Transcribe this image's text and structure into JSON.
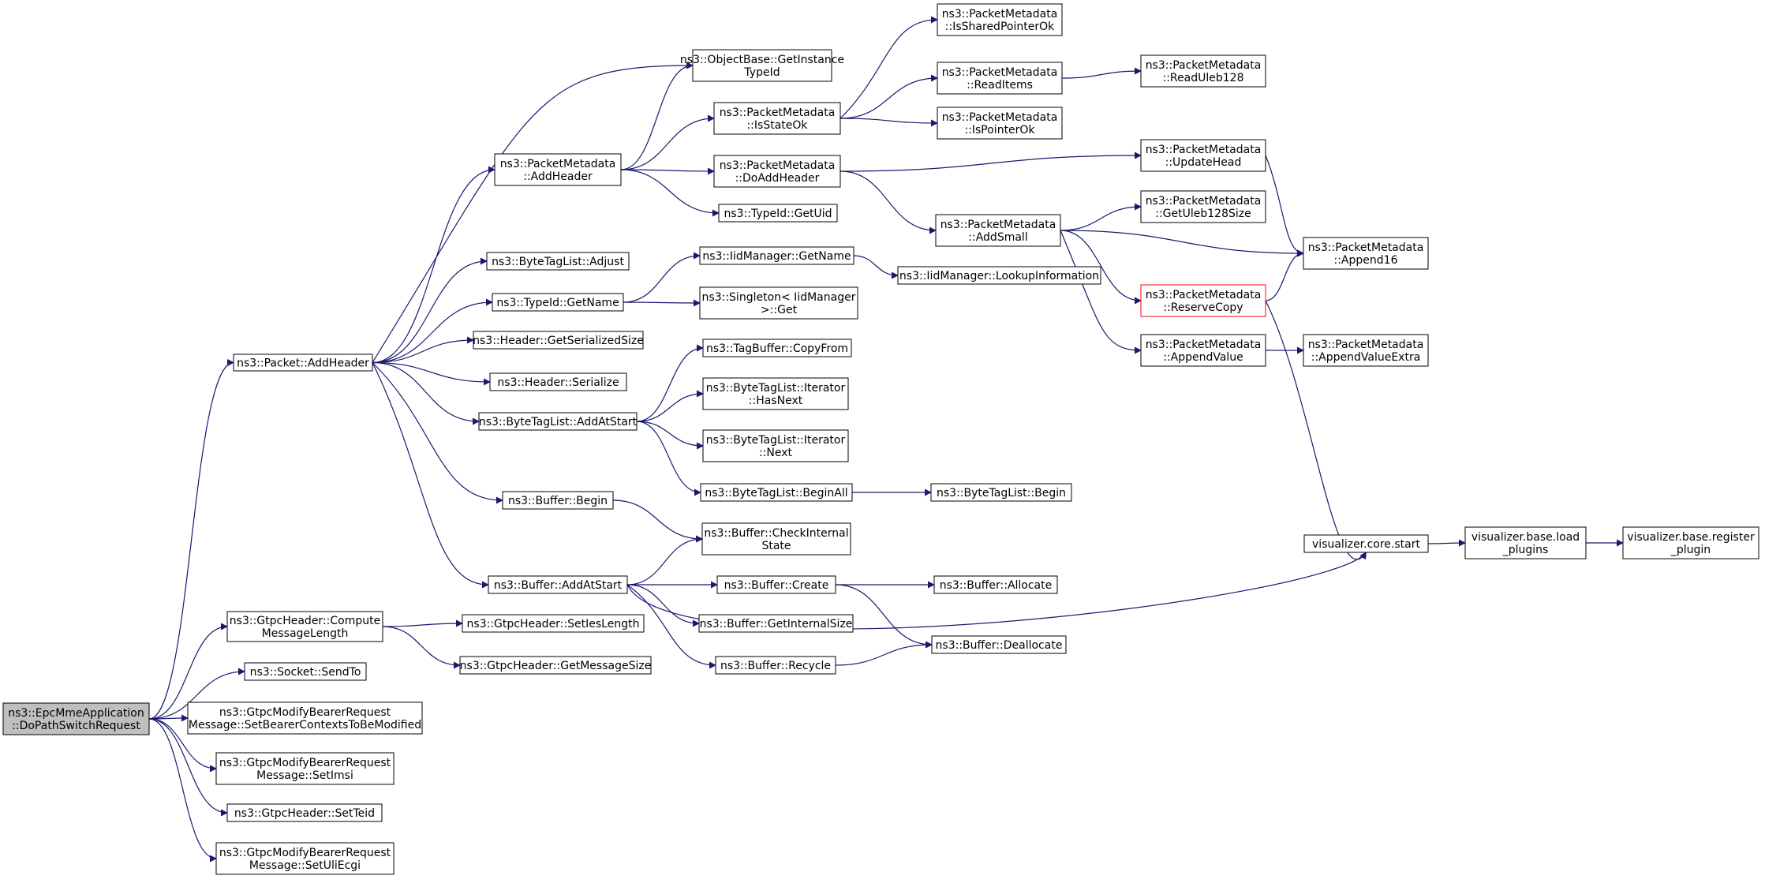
{
  "colors": {
    "edge": "#191970",
    "node_border": "#000000",
    "node_fill": "#ffffff",
    "root_fill": "#bfbfbf",
    "highlight_border": "#ff0000"
  },
  "nodes": [
    {
      "id": "root",
      "lines": [
        "ns3::EpcMmeApplication",
        "::DoPathSwitchRequest"
      ],
      "style": "root"
    },
    {
      "id": "packet_addheader",
      "lines": [
        "ns3::Packet::AddHeader"
      ]
    },
    {
      "id": "gtpc_compute",
      "lines": [
        "ns3::GtpcHeader::Compute",
        "MessageLength"
      ]
    },
    {
      "id": "socket_sendto",
      "lines": [
        "ns3::Socket::SendTo"
      ]
    },
    {
      "id": "setbearer",
      "lines": [
        "ns3::GtpcModifyBearerRequest",
        "Message::SetBearerContextsToBeModified"
      ]
    },
    {
      "id": "setimsi",
      "lines": [
        "ns3::GtpcModifyBearerRequest",
        "Message::SetImsi"
      ]
    },
    {
      "id": "setteid",
      "lines": [
        "ns3::GtpcHeader::SetTeid"
      ]
    },
    {
      "id": "setuliecgi",
      "lines": [
        "ns3::GtpcModifyBearerRequest",
        "Message::SetUliEcgi"
      ]
    },
    {
      "id": "pm_addheader",
      "lines": [
        "ns3::PacketMetadata",
        "::AddHeader"
      ]
    },
    {
      "id": "btl_adjust",
      "lines": [
        "ns3::ByteTagList::Adjust"
      ]
    },
    {
      "id": "typeid_getname",
      "lines": [
        "ns3::TypeId::GetName"
      ]
    },
    {
      "id": "header_getsersize",
      "lines": [
        "ns3::Header::GetSerializedSize"
      ]
    },
    {
      "id": "header_serialize",
      "lines": [
        "ns3::Header::Serialize"
      ]
    },
    {
      "id": "btl_addatstart",
      "lines": [
        "ns3::ByteTagList::AddAtStart"
      ]
    },
    {
      "id": "buffer_begin",
      "lines": [
        "ns3::Buffer::Begin"
      ]
    },
    {
      "id": "buffer_addatstart",
      "lines": [
        "ns3::Buffer::AddAtStart"
      ]
    },
    {
      "id": "gtpc_setieslength",
      "lines": [
        "ns3::GtpcHeader::SetIesLength"
      ]
    },
    {
      "id": "gtpc_getmsgsize",
      "lines": [
        "ns3::GtpcHeader::GetMessageSize"
      ]
    },
    {
      "id": "objectbase_gettypeid",
      "lines": [
        "ns3::ObjectBase::GetInstance",
        "TypeId"
      ]
    },
    {
      "id": "pm_isstateok",
      "lines": [
        "ns3::PacketMetadata",
        "::IsStateOk"
      ]
    },
    {
      "id": "pm_doaddheader",
      "lines": [
        "ns3::PacketMetadata",
        "::DoAddHeader"
      ]
    },
    {
      "id": "typeid_getuid",
      "lines": [
        "ns3::TypeId::GetUid"
      ]
    },
    {
      "id": "iid_getname",
      "lines": [
        "ns3::IidManager::GetName"
      ]
    },
    {
      "id": "singleton_get",
      "lines": [
        "ns3::Singleton< IidManager",
        ">::Get"
      ]
    },
    {
      "id": "tagbuffer_copyfrom",
      "lines": [
        "ns3::TagBuffer::CopyFrom"
      ]
    },
    {
      "id": "btl_it_hasnext",
      "lines": [
        "ns3::ByteTagList::Iterator",
        "::HasNext"
      ]
    },
    {
      "id": "btl_it_next",
      "lines": [
        "ns3::ByteTagList::Iterator",
        "::Next"
      ]
    },
    {
      "id": "btl_beginall",
      "lines": [
        "ns3::ByteTagList::BeginAll"
      ]
    },
    {
      "id": "buffer_checkinternal",
      "lines": [
        "ns3::Buffer::CheckInternal",
        "State"
      ]
    },
    {
      "id": "buffer_create",
      "lines": [
        "ns3::Buffer::Create"
      ]
    },
    {
      "id": "buffer_getinternalsize",
      "lines": [
        "ns3::Buffer::GetInternalSize"
      ]
    },
    {
      "id": "buffer_recycle",
      "lines": [
        "ns3::Buffer::Recycle"
      ]
    },
    {
      "id": "pm_issharedptrok",
      "lines": [
        "ns3::PacketMetadata",
        "::IsSharedPointerOk"
      ]
    },
    {
      "id": "pm_readitems",
      "lines": [
        "ns3::PacketMetadata",
        "::ReadItems"
      ]
    },
    {
      "id": "pm_ispointerok",
      "lines": [
        "ns3::PacketMetadata",
        "::IsPointerOk"
      ]
    },
    {
      "id": "pm_addsmall",
      "lines": [
        "ns3::PacketMetadata",
        "::AddSmall"
      ]
    },
    {
      "id": "iid_lookupinfo",
      "lines": [
        "ns3::IidManager::LookupInformation"
      ]
    },
    {
      "id": "btl_begin",
      "lines": [
        "ns3::ByteTagList::Begin"
      ]
    },
    {
      "id": "buffer_allocate",
      "lines": [
        "ns3::Buffer::Allocate"
      ]
    },
    {
      "id": "buffer_deallocate",
      "lines": [
        "ns3::Buffer::Deallocate"
      ]
    },
    {
      "id": "pm_readuleb128",
      "lines": [
        "ns3::PacketMetadata",
        "::ReadUleb128"
      ]
    },
    {
      "id": "pm_updatehead",
      "lines": [
        "ns3::PacketMetadata",
        "::UpdateHead"
      ]
    },
    {
      "id": "pm_getuleb128size",
      "lines": [
        "ns3::PacketMetadata",
        "::GetUleb128Size"
      ]
    },
    {
      "id": "pm_reservecopy",
      "lines": [
        "ns3::PacketMetadata",
        "::ReserveCopy"
      ],
      "style": "highlight"
    },
    {
      "id": "pm_appendvalue",
      "lines": [
        "ns3::PacketMetadata",
        "::AppendValue"
      ]
    },
    {
      "id": "pm_append16",
      "lines": [
        "ns3::PacketMetadata",
        "::Append16"
      ]
    },
    {
      "id": "pm_appendvalueextra",
      "lines": [
        "ns3::PacketMetadata",
        "::AppendValueExtra"
      ]
    },
    {
      "id": "viz_core_start",
      "lines": [
        "visualizer.core.start"
      ]
    },
    {
      "id": "viz_load_plugins",
      "lines": [
        "visualizer.base.load",
        "_plugins"
      ]
    },
    {
      "id": "viz_register_plugin",
      "lines": [
        "visualizer.base.register",
        "_plugin"
      ]
    }
  ],
  "edges": [
    [
      "root",
      "packet_addheader"
    ],
    [
      "root",
      "gtpc_compute"
    ],
    [
      "root",
      "socket_sendto"
    ],
    [
      "root",
      "setbearer"
    ],
    [
      "root",
      "setimsi"
    ],
    [
      "root",
      "setteid"
    ],
    [
      "root",
      "setuliecgi"
    ],
    [
      "packet_addheader",
      "objectbase_gettypeid"
    ],
    [
      "packet_addheader",
      "pm_addheader"
    ],
    [
      "packet_addheader",
      "btl_adjust"
    ],
    [
      "packet_addheader",
      "typeid_getname"
    ],
    [
      "packet_addheader",
      "header_getsersize"
    ],
    [
      "packet_addheader",
      "header_serialize"
    ],
    [
      "packet_addheader",
      "btl_addatstart"
    ],
    [
      "packet_addheader",
      "buffer_begin"
    ],
    [
      "packet_addheader",
      "buffer_addatstart"
    ],
    [
      "gtpc_compute",
      "gtpc_setieslength"
    ],
    [
      "gtpc_compute",
      "gtpc_getmsgsize"
    ],
    [
      "pm_addheader",
      "objectbase_gettypeid"
    ],
    [
      "pm_addheader",
      "pm_isstateok"
    ],
    [
      "pm_addheader",
      "pm_doaddheader"
    ],
    [
      "pm_addheader",
      "typeid_getuid"
    ],
    [
      "typeid_getname",
      "iid_getname"
    ],
    [
      "typeid_getname",
      "singleton_get"
    ],
    [
      "btl_addatstart",
      "tagbuffer_copyfrom"
    ],
    [
      "btl_addatstart",
      "btl_it_hasnext"
    ],
    [
      "btl_addatstart",
      "btl_it_next"
    ],
    [
      "btl_addatstart",
      "btl_beginall"
    ],
    [
      "buffer_begin",
      "buffer_checkinternal"
    ],
    [
      "buffer_addatstart",
      "buffer_checkinternal"
    ],
    [
      "buffer_addatstart",
      "buffer_create"
    ],
    [
      "buffer_addatstart",
      "buffer_getinternalsize"
    ],
    [
      "buffer_addatstart",
      "buffer_recycle"
    ],
    [
      "buffer_addatstart",
      "viz_core_start"
    ],
    [
      "pm_isstateok",
      "pm_issharedptrok"
    ],
    [
      "pm_isstateok",
      "pm_readitems"
    ],
    [
      "pm_isstateok",
      "pm_ispointerok"
    ],
    [
      "pm_doaddheader",
      "pm_updatehead"
    ],
    [
      "pm_doaddheader",
      "pm_addsmall"
    ],
    [
      "iid_getname",
      "iid_lookupinfo"
    ],
    [
      "btl_beginall",
      "btl_begin"
    ],
    [
      "buffer_create",
      "buffer_allocate"
    ],
    [
      "buffer_create",
      "buffer_deallocate"
    ],
    [
      "buffer_recycle",
      "buffer_deallocate"
    ],
    [
      "pm_readitems",
      "pm_readuleb128"
    ],
    [
      "pm_addsmall",
      "pm_getuleb128size"
    ],
    [
      "pm_addsmall",
      "pm_append16"
    ],
    [
      "pm_addsmall",
      "pm_reservecopy"
    ],
    [
      "pm_addsmall",
      "pm_appendvalue"
    ],
    [
      "pm_updatehead",
      "pm_append16"
    ],
    [
      "pm_reservecopy",
      "pm_append16"
    ],
    [
      "pm_reservecopy",
      "viz_core_start"
    ],
    [
      "pm_appendvalue",
      "pm_appendvalueextra"
    ],
    [
      "viz_core_start",
      "viz_load_plugins"
    ],
    [
      "viz_load_plugins",
      "viz_register_plugin"
    ]
  ]
}
